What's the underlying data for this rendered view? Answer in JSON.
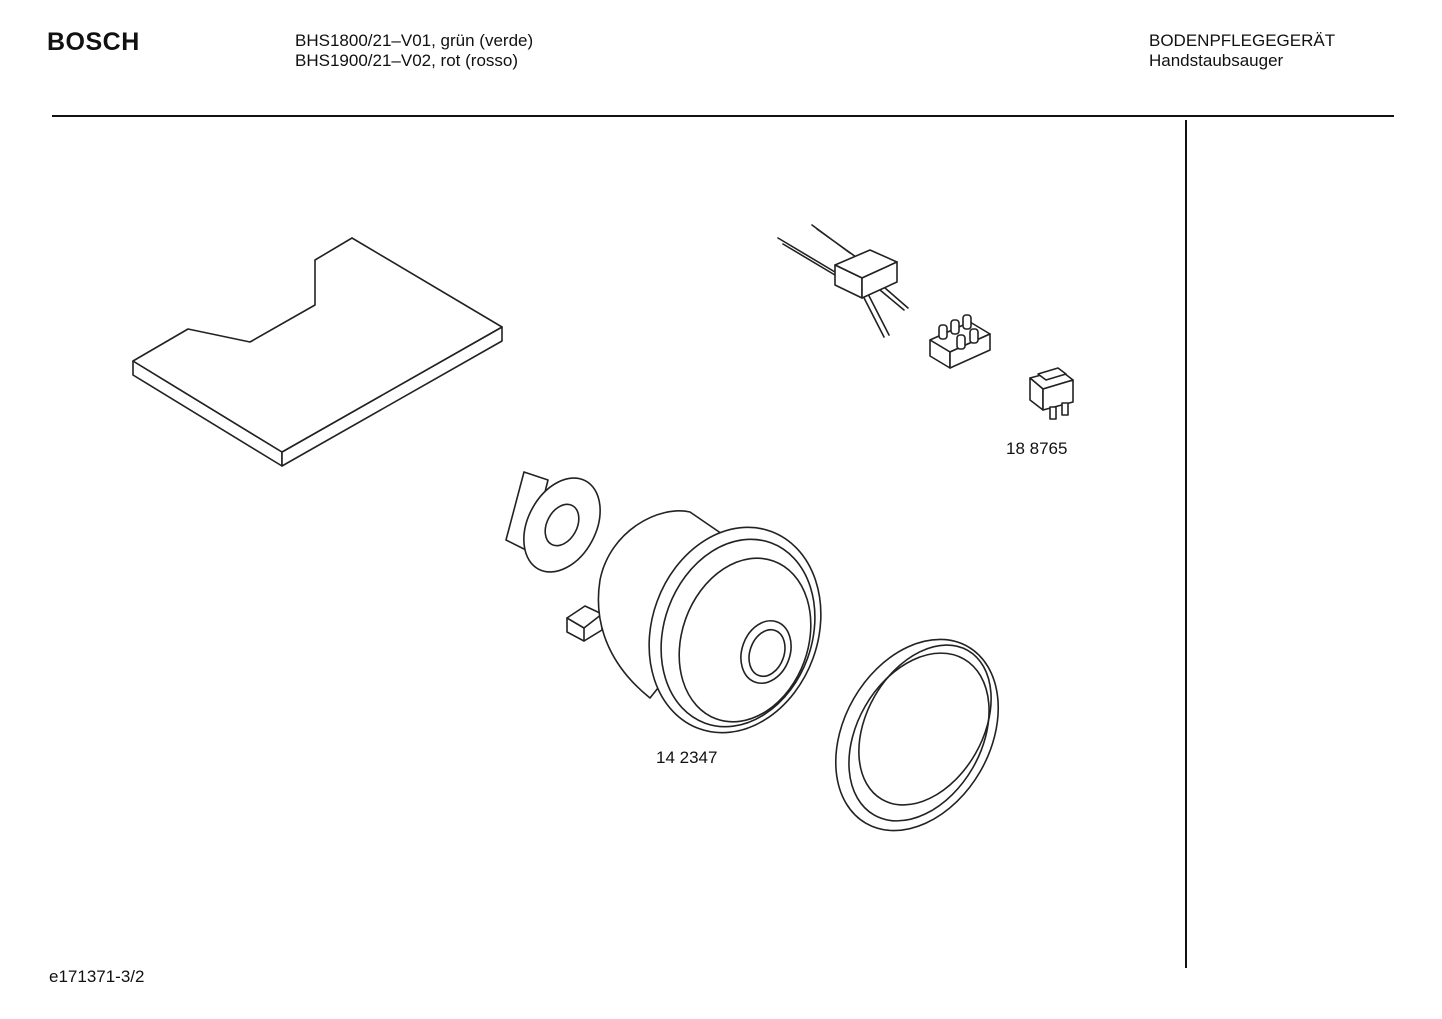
{
  "header": {
    "brand": "BOSCH",
    "models": [
      "BHS1800/21–V01, grün (verde)",
      "BHS1900/21–V02, rot (rosso)"
    ],
    "category": [
      "BODENPFLEGEGERÄT",
      "Handstaubsauger"
    ]
  },
  "parts": {
    "switch_number": "18 8765",
    "motor_number": "14 2347"
  },
  "footer": {
    "doc_id": "e171371-3/2"
  }
}
